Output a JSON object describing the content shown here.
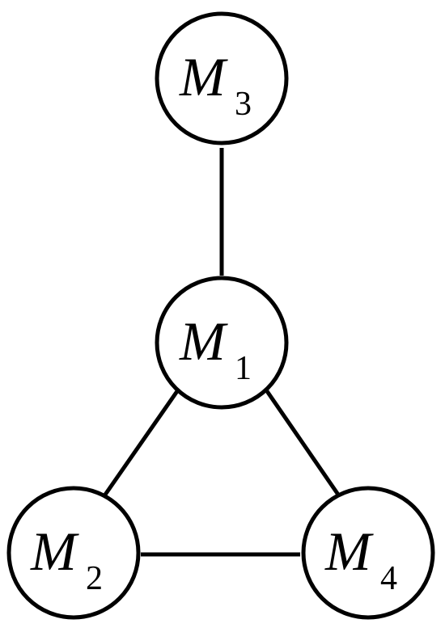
{
  "nodes": {
    "m3": {
      "main": "M",
      "sub": "3"
    },
    "m1": {
      "main": "M",
      "sub": "1"
    },
    "m2": {
      "main": "M",
      "sub": "2"
    },
    "m4": {
      "main": "M",
      "sub": "4"
    }
  },
  "edges": [
    {
      "from": "M3",
      "to": "M1"
    },
    {
      "from": "M1",
      "to": "M2"
    },
    {
      "from": "M1",
      "to": "M4"
    },
    {
      "from": "M2",
      "to": "M4"
    }
  ]
}
